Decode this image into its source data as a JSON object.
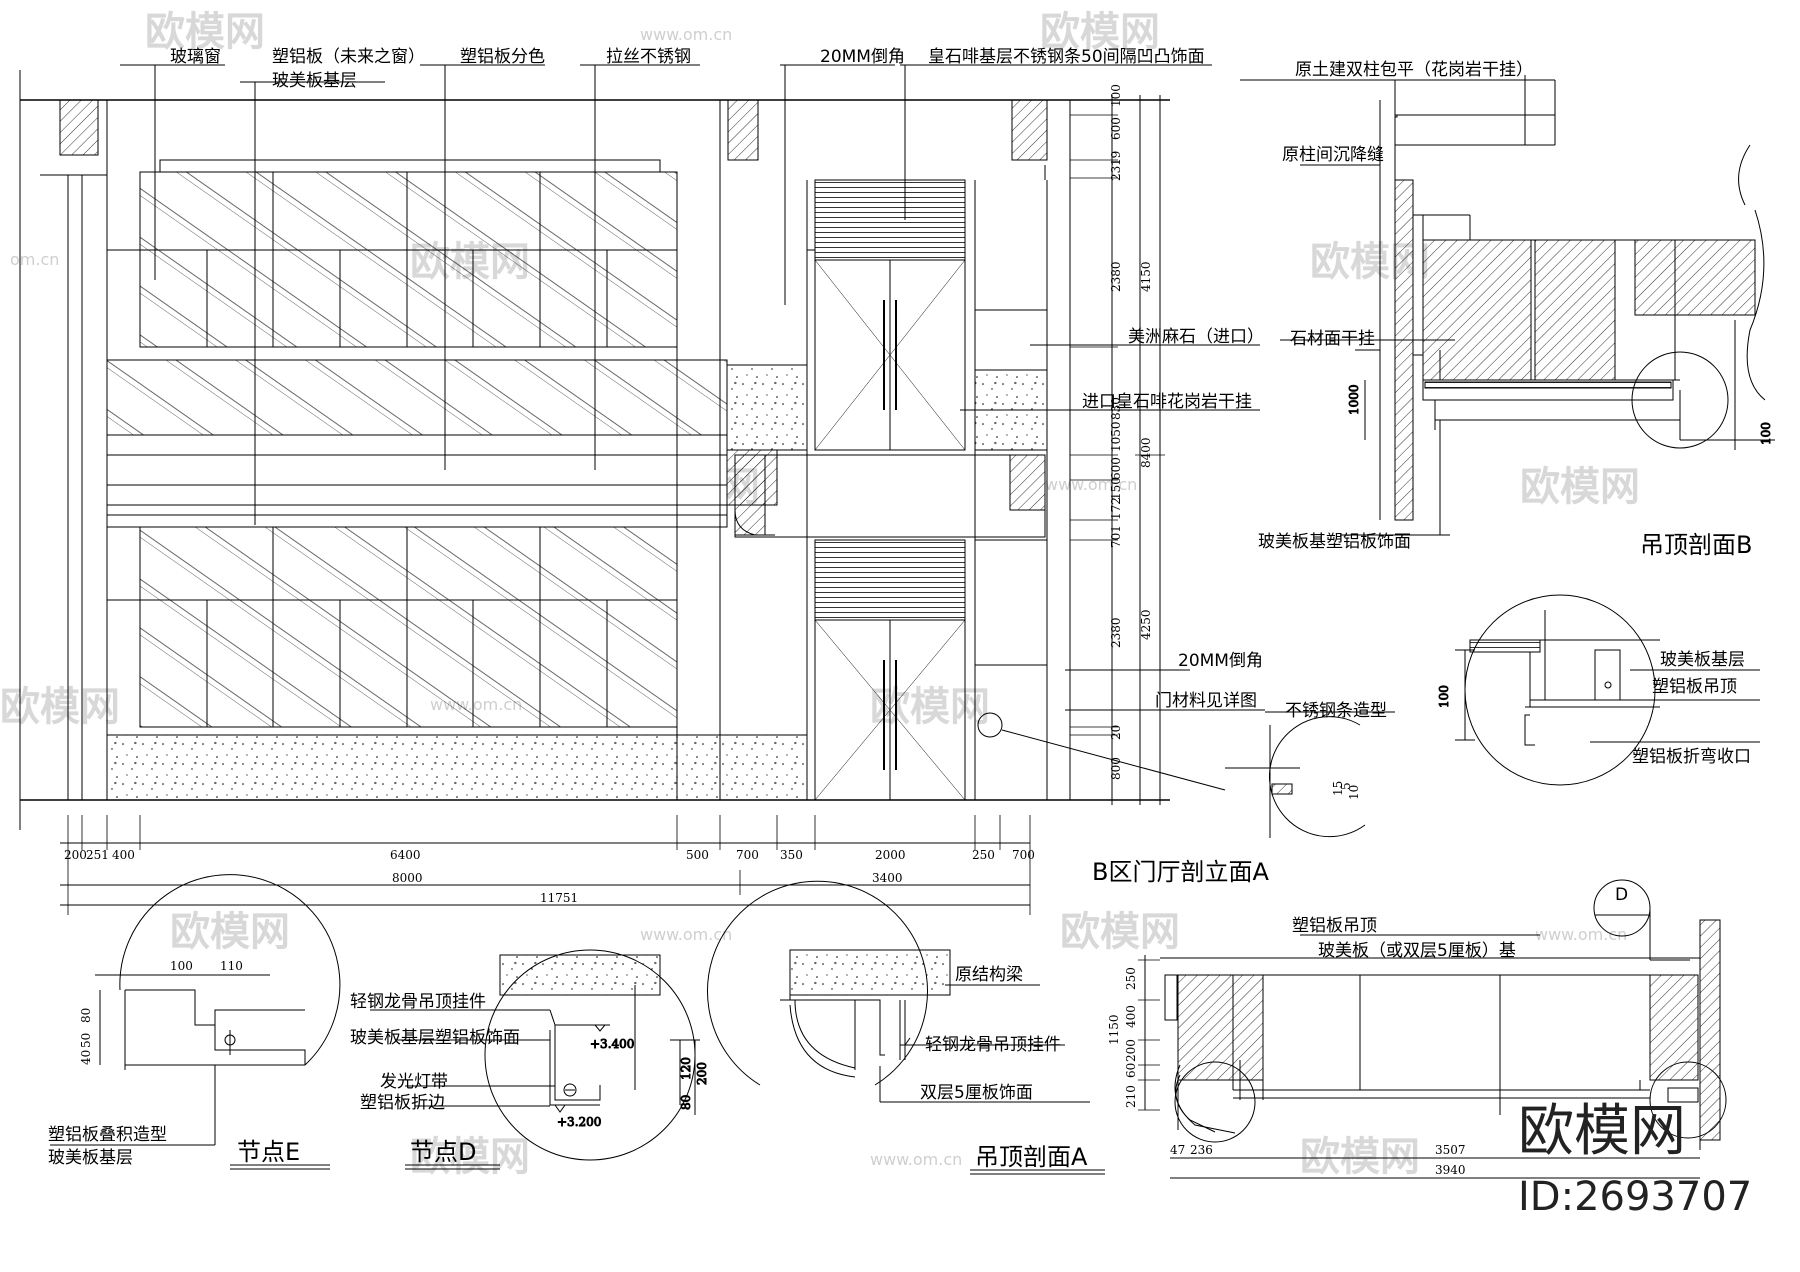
{
  "labels": {
    "glass_window": "玻璃窗",
    "alu_panel_future_window": "塑铝板（未来之窗）",
    "glass_board_base_top": "玻美板基层",
    "alu_panel_color": "塑铝板分色",
    "brushed_steel": "拉丝不锈钢",
    "chamfer_top": "20MM倒角",
    "steel_strip_top": "皇石啡基层不锈钢条50间隔凹凸饰面",
    "america_stone": "美洲麻石（进口）",
    "granite_hang": "进口皇石啡花岗岩干挂",
    "chamfer_bottom": "20MM倒角",
    "door_material": "门材料见详图",
    "steel_strip_shape": "不锈钢条造型",
    "column_wrap": "原土建双柱包平（花岗岩干挂）",
    "settle_joint": "原柱间沉降缝",
    "stone_hang": "石材面干挂",
    "glass_board_alu_face": "玻美板基塑铝板饰面",
    "detail_b_base": "玻美板基层",
    "detail_b_alu_ceiling": "塑铝板吊顶",
    "detail_b_fold": "塑铝板折弯收口",
    "node_e_stack": "塑铝板叠积造型",
    "node_e_base": "玻美板基层",
    "node_d_hanger": "轻钢龙骨吊顶挂件",
    "node_d_face": "玻美板基层塑铝板饰面",
    "node_d_light": "发光灯带",
    "node_d_fold": "塑铝板折边",
    "sec_a_beam": "原结构梁",
    "sec_a_hanger": "轻钢龙骨吊顶挂件",
    "sec_a_double": "双层5厘板饰面",
    "sec_d_alu": "塑铝板吊顶",
    "sec_d_base": "玻美板（或双层5厘板）基",
    "sec_d_marker": "D",
    "level_3400": "+3.400",
    "level_3200": "+3.200"
  },
  "titles": {
    "main_elevation": "B区门厅剖立面A",
    "ceiling_b": "吊顶剖面B",
    "node_e": "节点E",
    "node_d": "节点D",
    "ceiling_a": "吊顶剖面A"
  },
  "dims": {
    "h_row1": [
      "200",
      "251",
      "400",
      "6400",
      "500",
      "700",
      "350",
      "2000",
      "250",
      "700"
    ],
    "h_row2": [
      "8000",
      "3400"
    ],
    "h_total": "11751",
    "v_col1": [
      "100",
      "600",
      "19",
      "231",
      "2380",
      "830",
      "1050",
      "600",
      "150",
      "172",
      "701",
      "2380",
      "20",
      "800"
    ],
    "v_col2": [
      "4150",
      "8400",
      "4250"
    ],
    "ceil_b_vert": "1000",
    "ceil_b_right": "100",
    "steel_detail": [
      "15",
      "5",
      "10"
    ],
    "detail_b_100": "100",
    "node_e_top": [
      "100",
      "110"
    ],
    "node_e_left": [
      "80",
      "40",
      "50"
    ],
    "node_d_right": [
      "120",
      "80",
      "200"
    ],
    "sec_d_left": [
      "250",
      "400",
      "1150",
      "200",
      "60",
      "210"
    ],
    "sec_d_bottom": [
      "47",
      "236",
      "3507",
      "3940"
    ]
  },
  "watermark": {
    "brand": "欧模网",
    "url": "www.om.cn",
    "url_short": "om.cn",
    "corner_brand": "欧模网",
    "corner_id": "ID:2693707"
  }
}
